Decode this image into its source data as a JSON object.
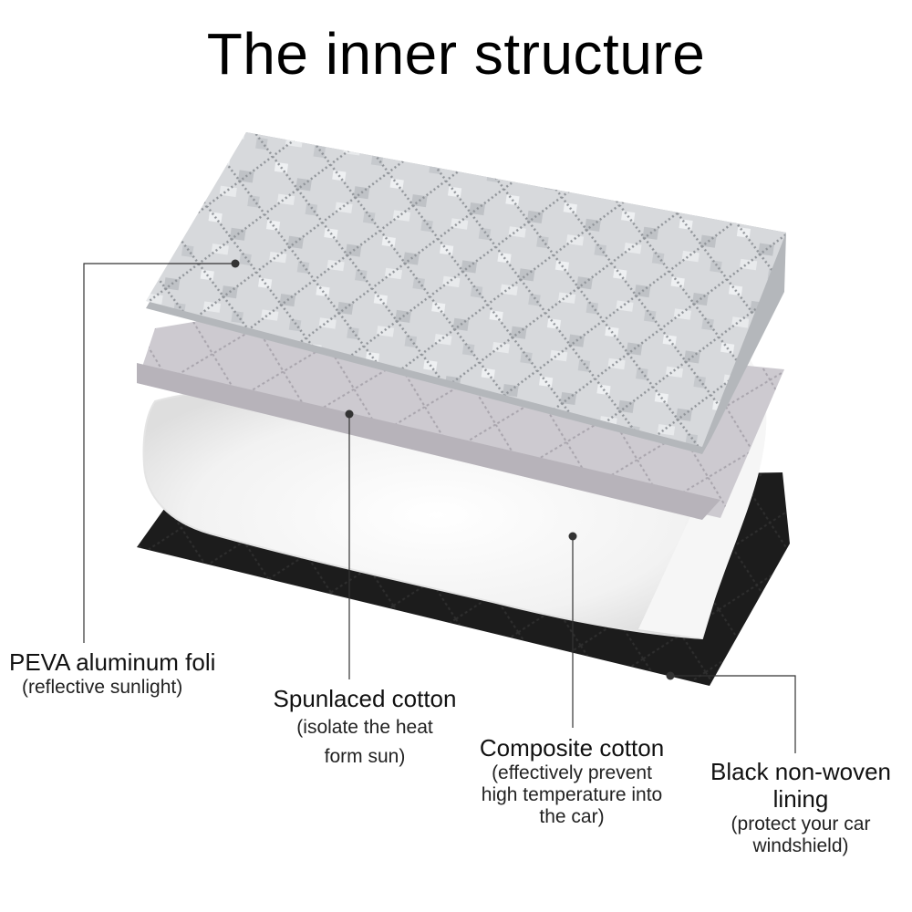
{
  "title": "The inner structure",
  "layers": [
    {
      "id": "peva",
      "name": "PEVA aluminum foli",
      "note": "(reflective sunlight)"
    },
    {
      "id": "spun",
      "name": "Spunlaced cotton",
      "note_lines": [
        "(isolate the heat",
        "form sun)"
      ]
    },
    {
      "id": "comp",
      "name": "Composite cotton",
      "note_lines": [
        "(effectively prevent",
        "high temperature into",
        "the car)"
      ]
    },
    {
      "id": "black",
      "name_lines": [
        "Black non-woven",
        "lining"
      ],
      "note_lines": [
        "(protect your car",
        "windshield)"
      ]
    }
  ],
  "colors": {
    "foil": "#cfd1d4",
    "spunlace": "#c9c6cc",
    "cotton": "#f4f4f4",
    "lining": "#1c1c1c",
    "leader": "#333333"
  }
}
